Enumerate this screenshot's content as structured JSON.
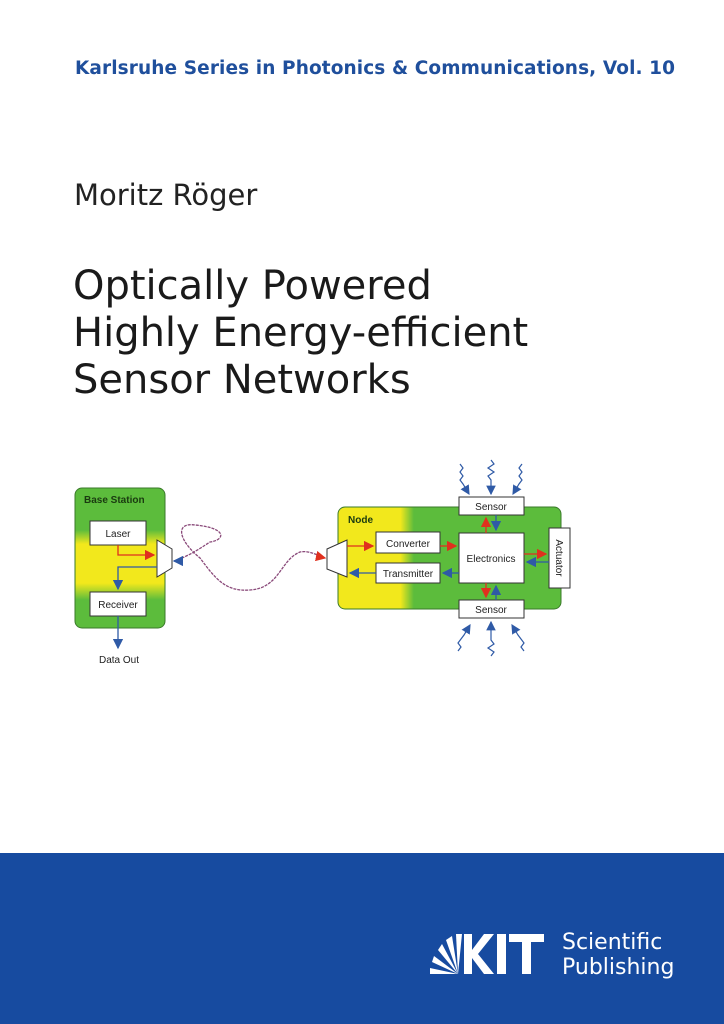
{
  "series": "Karlsruhe Series in Photonics & Communications, Vol. 10",
  "author": "Moritz Röger",
  "title_lines": [
    "Optically Powered",
    "Highly Energy-efficient",
    "Sensor Networks"
  ],
  "diagram": {
    "base_station": "Base Station",
    "laser": "Laser",
    "receiver": "Receiver",
    "data_out": "Data Out",
    "node": "Node",
    "converter": "Converter",
    "transmitter": "Transmitter",
    "electronics": "Electronics",
    "sensor_top": "Sensor",
    "sensor_bottom": "Sensor",
    "actuator": "Actuator"
  },
  "publisher": {
    "logo_text": "KIT",
    "line1": "Scientific",
    "line2": "Publishing"
  },
  "colors": {
    "blue": "#174ba0",
    "green": "#5cbc3c",
    "yellow": "#f2e81c",
    "red": "#e0301e",
    "arrow_blue": "#2f5aa6"
  }
}
